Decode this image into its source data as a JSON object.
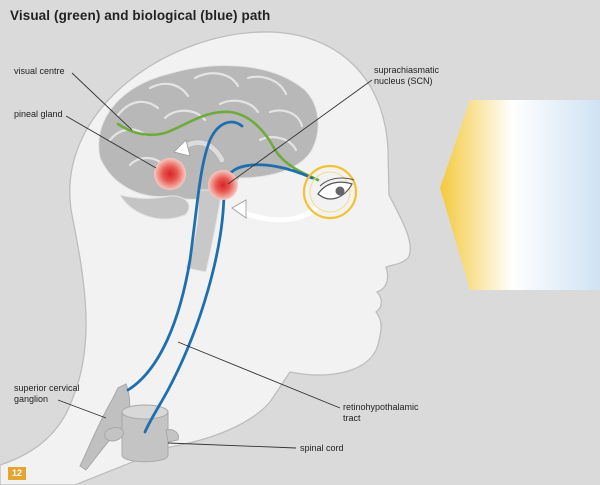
{
  "title": "Visual (green) and biological (blue) path",
  "labels": {
    "visual_centre": "visual centre",
    "pineal_gland": "pineal gland",
    "scn": "suprachiasmatic\nnucleus (SCN)",
    "superior_cervical_ganglion": "superior cervical\nganglion",
    "retinohypothalamic_tract": "retinohypothalamic\ntract",
    "spinal_cord": "spinal cord"
  },
  "page_number": "12",
  "colors": {
    "background": "#dadada",
    "head_fill": "#f2f2f2",
    "brain_fill": "#b8b8b8",
    "visual_path": "#6fab3c",
    "biological_path": "#1f6fae",
    "eye_ring": "#f2c230",
    "gland_glow": "#d8242b",
    "light_yellow": "#f4c93c",
    "light_blue": "#cfe3f4"
  },
  "icons": [
    "eye-icon",
    "light-source-icon"
  ]
}
